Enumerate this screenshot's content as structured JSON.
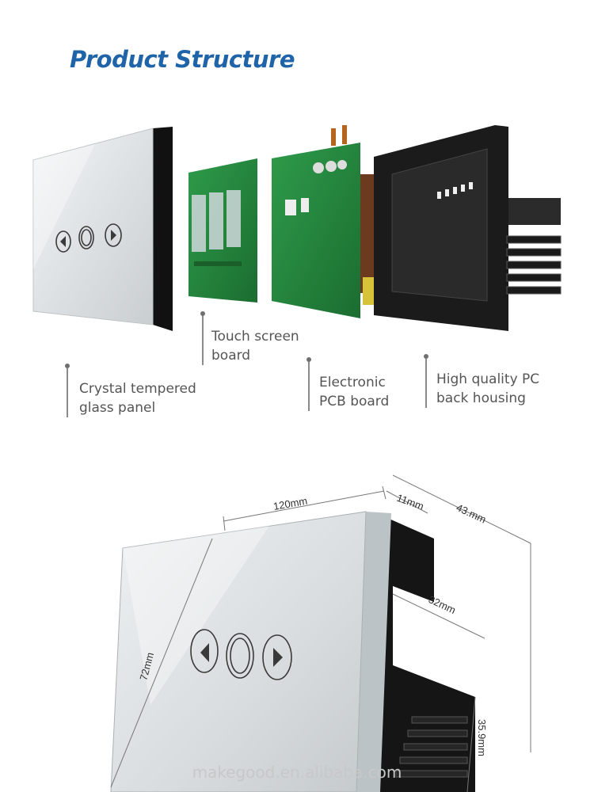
{
  "title": "Product Structure",
  "callouts": {
    "touch_board": {
      "line1": "Touch screen",
      "line2": "board"
    },
    "glass_panel": {
      "line1": "Crystal tempered",
      "line2": "glass panel"
    },
    "pcb": {
      "line1": "Electronic",
      "line2": "PCB board"
    },
    "housing": {
      "line1": "High quality PC",
      "line2": "back housing"
    }
  },
  "dimensions": {
    "width": "120mm",
    "depth": "11mm",
    "total_depth": "43.mm",
    "back_depth": "32mm",
    "height": "72mm",
    "back_height": "35.9mm"
  },
  "watermark": "makegood.en.alibaba.com"
}
